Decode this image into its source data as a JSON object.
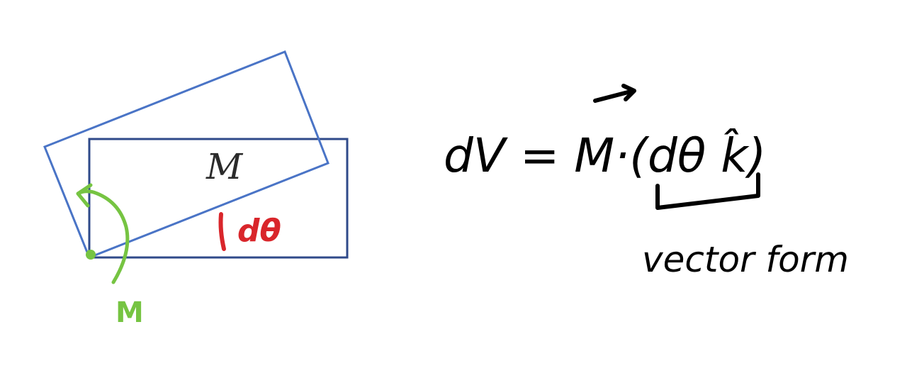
{
  "diagram": {
    "body_label": "M",
    "moment_label": "M",
    "angle_label": "dθ",
    "equation": "dV = M·(dθ k̂)",
    "annotation": "vector form",
    "colors": {
      "original_rect": "#2f4a8a",
      "rotated_rect": "#4a74c6",
      "moment": "#76c442",
      "angle": "#d9262b",
      "ink": "#000000"
    }
  }
}
